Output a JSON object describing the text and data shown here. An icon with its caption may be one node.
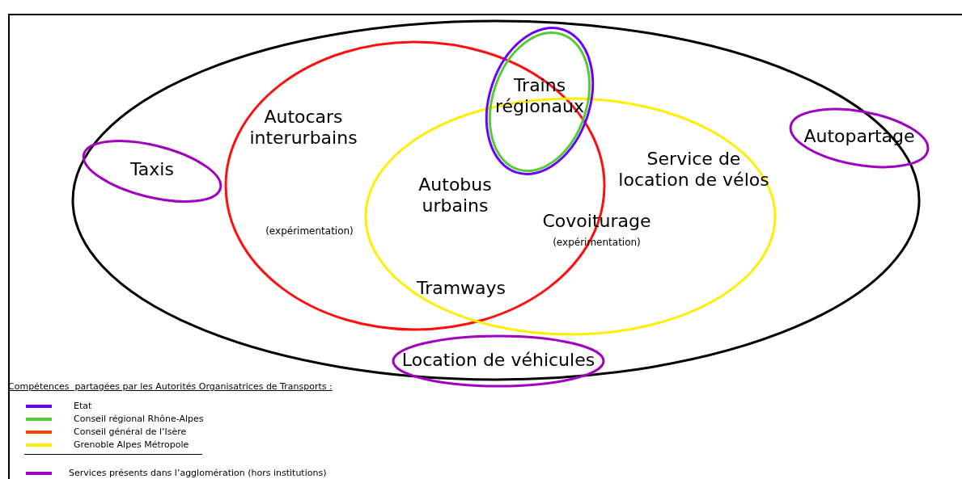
{
  "diagram": {
    "nodes": [
      {
        "text": [],
        "shape": "ellipse"
      },
      {
        "text": [],
        "shape": "ellipse",
        "in": 0
      },
      {
        "text": [],
        "shape": "ellipse",
        "in": 0
      },
      {
        "text": [],
        "shape": "ellipse",
        "in": 0
      },
      {
        "text": [
          "Trains régionaux"
        ],
        "in": 3
      },
      {
        "text": [
          "Taxis"
        ],
        "in": 0
      },
      {
        "text": [
          "Autopartage"
        ]
      },
      {
        "text": [
          "Location de véhicules"
        ]
      }
    ],
    "edges": [],
    "labels": [
      "Autocars interurbains",
      "(expérimentation)",
      "Autobus urbains",
      "Service de location de vélos",
      "Covoiturage",
      "(expérimentation)",
      "Tramways",
      "Compétences  partagées par les Autorités Organisatrices de Transports :"
    ],
    "legend": [
      {
        "text": "Etat",
        "color": "#6a00ff"
      },
      {
        "text": "Conseil régional Rhône-Alpes",
        "color": "#55cc33"
      },
      {
        "text": "Conseil général de l’Isère",
        "color": "#ff4400"
      },
      {
        "text": "Grenoble Alpes Métropole",
        "color": "#ffee00"
      },
      {
        "text": "Services présents dans l’agglomération (hors institutions)",
        "color": "#a000c0"
      }
    ]
  }
}
